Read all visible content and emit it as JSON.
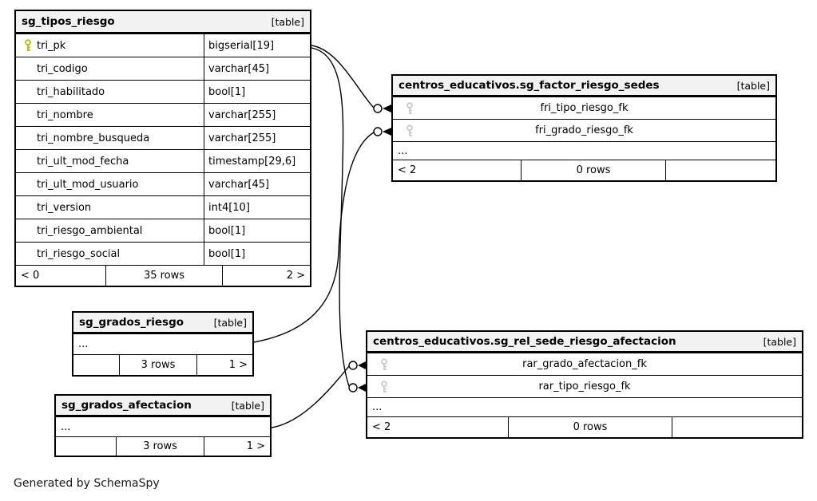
{
  "page": {
    "footer_note": "Generated by SchemaSpy"
  },
  "colors": {
    "primary_key_icon": "#b9b900",
    "foreign_key_icon": "#c9c9c9",
    "table_header_bg": "#f2f2f2",
    "connector": "#000000"
  },
  "icons": {
    "primary_key": "key-icon",
    "foreign_key": "key-icon"
  },
  "tables": [
    {
      "name": "sg_tipos_riesgo",
      "tag": "[table]",
      "columns": [
        {
          "name": "tri_pk",
          "type": "bigserial[19]",
          "key": "primary"
        },
        {
          "name": "tri_codigo",
          "type": "varchar[45]"
        },
        {
          "name": "tri_habilitado",
          "type": "bool[1]"
        },
        {
          "name": "tri_nombre",
          "type": "varchar[255]"
        },
        {
          "name": "tri_nombre_busqueda",
          "type": "varchar[255]"
        },
        {
          "name": "tri_ult_mod_fecha",
          "type": "timestamp[29,6]"
        },
        {
          "name": "tri_ult_mod_usuario",
          "type": "varchar[45]"
        },
        {
          "name": "tri_version",
          "type": "int4[10]"
        },
        {
          "name": "tri_riesgo_ambiental",
          "type": "bool[1]"
        },
        {
          "name": "tri_riesgo_social",
          "type": "bool[1]"
        }
      ],
      "footer": {
        "left": "< 0",
        "center": "35 rows",
        "right": "2 >"
      }
    },
    {
      "name": "centros_educativos.sg_factor_riesgo_sedes",
      "tag": "[table]",
      "fk_columns": [
        {
          "name": "fri_tipo_riesgo_fk",
          "key": "foreign"
        },
        {
          "name": "fri_grado_riesgo_fk",
          "key": "foreign"
        }
      ],
      "ellipsis": "...",
      "footer": {
        "left": "< 2",
        "center": "0 rows",
        "right": ""
      }
    },
    {
      "name": "sg_grados_riesgo",
      "tag": "[table]",
      "ellipsis": "...",
      "footer": {
        "left": "",
        "center": "3 rows",
        "right": "1 >"
      }
    },
    {
      "name": "sg_grados_afectacion",
      "tag": "[table]",
      "ellipsis": "...",
      "footer": {
        "left": "",
        "center": "3 rows",
        "right": "1 >"
      }
    },
    {
      "name": "centros_educativos.sg_rel_sede_riesgo_afectacion",
      "tag": "[table]",
      "fk_columns": [
        {
          "name": "rar_grado_afectacion_fk",
          "key": "foreign"
        },
        {
          "name": "rar_tipo_riesgo_fk",
          "key": "foreign"
        }
      ],
      "ellipsis": "...",
      "footer": {
        "left": "< 2",
        "center": "0 rows",
        "right": ""
      }
    }
  ]
}
